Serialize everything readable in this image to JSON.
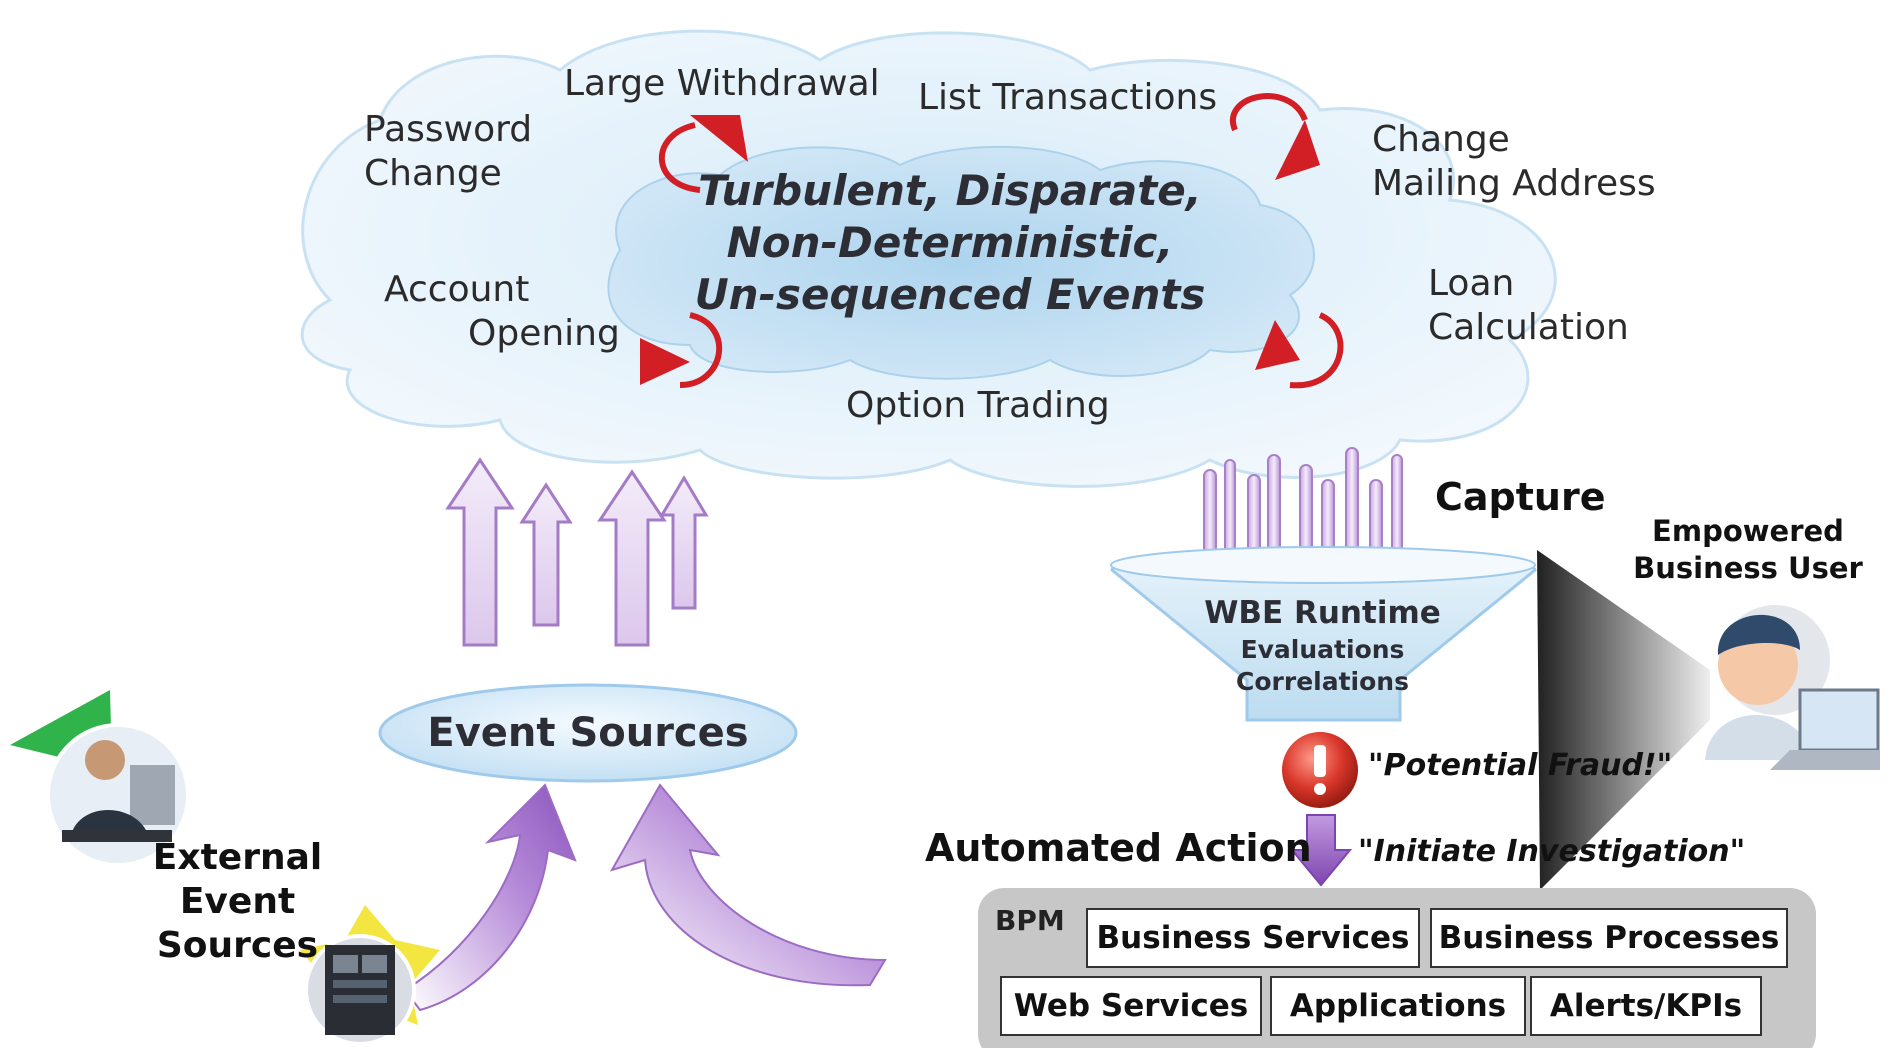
{
  "cloud": {
    "title_lines": [
      "Turbulent, Disparate,",
      "Non-Deterministic,",
      "Un-sequenced Events"
    ],
    "events": {
      "large_withdrawal": "Large Withdrawal",
      "list_transactions": "List Transactions",
      "password_change": [
        "Password",
        "Change"
      ],
      "change_mailing_address": [
        "Change",
        "Mailing Address"
      ],
      "account_opening": [
        "Account",
        "Opening"
      ],
      "loan_calculation": [
        "Loan",
        "Calculation"
      ],
      "option_trading": "Option Trading"
    }
  },
  "event_sources": {
    "label": "Event Sources"
  },
  "external_event_sources": {
    "lines": [
      "External",
      "Event",
      "Sources"
    ]
  },
  "capture": {
    "label": "Capture"
  },
  "funnel": {
    "title": "WBE Runtime",
    "lines": [
      "Evaluations",
      "Correlations"
    ]
  },
  "alert": {
    "quote": "\"Potential Fraud!\""
  },
  "automated_action": {
    "label": "Automated Action",
    "quote": "\"Initiate Investigation\""
  },
  "business_user": {
    "lines": [
      "Empowered",
      "Business User"
    ]
  },
  "bpm": {
    "label": "BPM",
    "row1": [
      "Business Services",
      "Business Processes"
    ],
    "row2": [
      "Web Services",
      "Applications",
      "Alerts/KPIs"
    ]
  },
  "colors": {
    "cloud_outer": "#e6f2fa",
    "cloud_inner": "#b7daf0",
    "red_arrow": "#d21f26",
    "purple": "#9c6cc4",
    "light_purple": "#dcc7ec"
  }
}
